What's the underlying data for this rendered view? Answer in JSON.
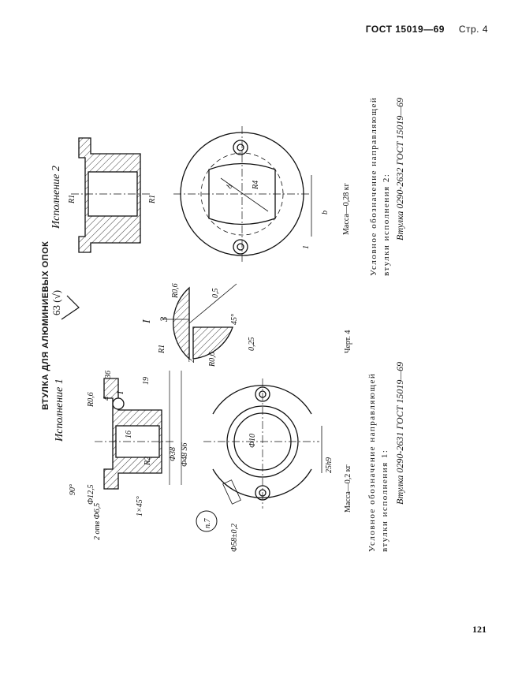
{
  "header": {
    "standard": "ГОСТ 15019—69",
    "page": "Стр. 4"
  },
  "title": "ВТУЛКА ДЛЯ АЛЮМИНИЕВЫХ ОПОК",
  "roughness": {
    "value": "63",
    "suffix": "(√)"
  },
  "variants": [
    {
      "name": "Исполнение 1",
      "mass": "Масса—0,2 кг",
      "designation_title": "Условное обозначение направляющей втулки исполнения 1:",
      "designation_example": "Втулка 0290-2631 ГОСТ 15019—69",
      "dims": [
        "90°",
        "Ф12,5",
        "2 отв Ф6,5",
        "1×45°",
        "R2",
        "Ф38",
        "Ф48 S6",
        "16",
        "36",
        "19",
        "4",
        "R0,6",
        "I",
        "Ф58±0,2",
        "Ф10",
        "25h9",
        "п.7"
      ]
    },
    {
      "name": "Исполнение 2",
      "mass": "Масса—0,28 кг",
      "designation_title": "Условное обозначение направляющей втулки исполнения 2:",
      "designation_example": "Втулка 0290-2632 ГОСТ 15019—69",
      "dims": [
        "R1",
        "R1",
        "R4",
        "b",
        "b",
        "1"
      ]
    }
  ],
  "detail": {
    "label": "I",
    "scale": "3",
    "dims": [
      "R0,6",
      "R0,6",
      "0,5",
      "45°",
      "0,25",
      "R1",
      "2"
    ]
  },
  "figure": "Черт. 4",
  "page_number": "121"
}
